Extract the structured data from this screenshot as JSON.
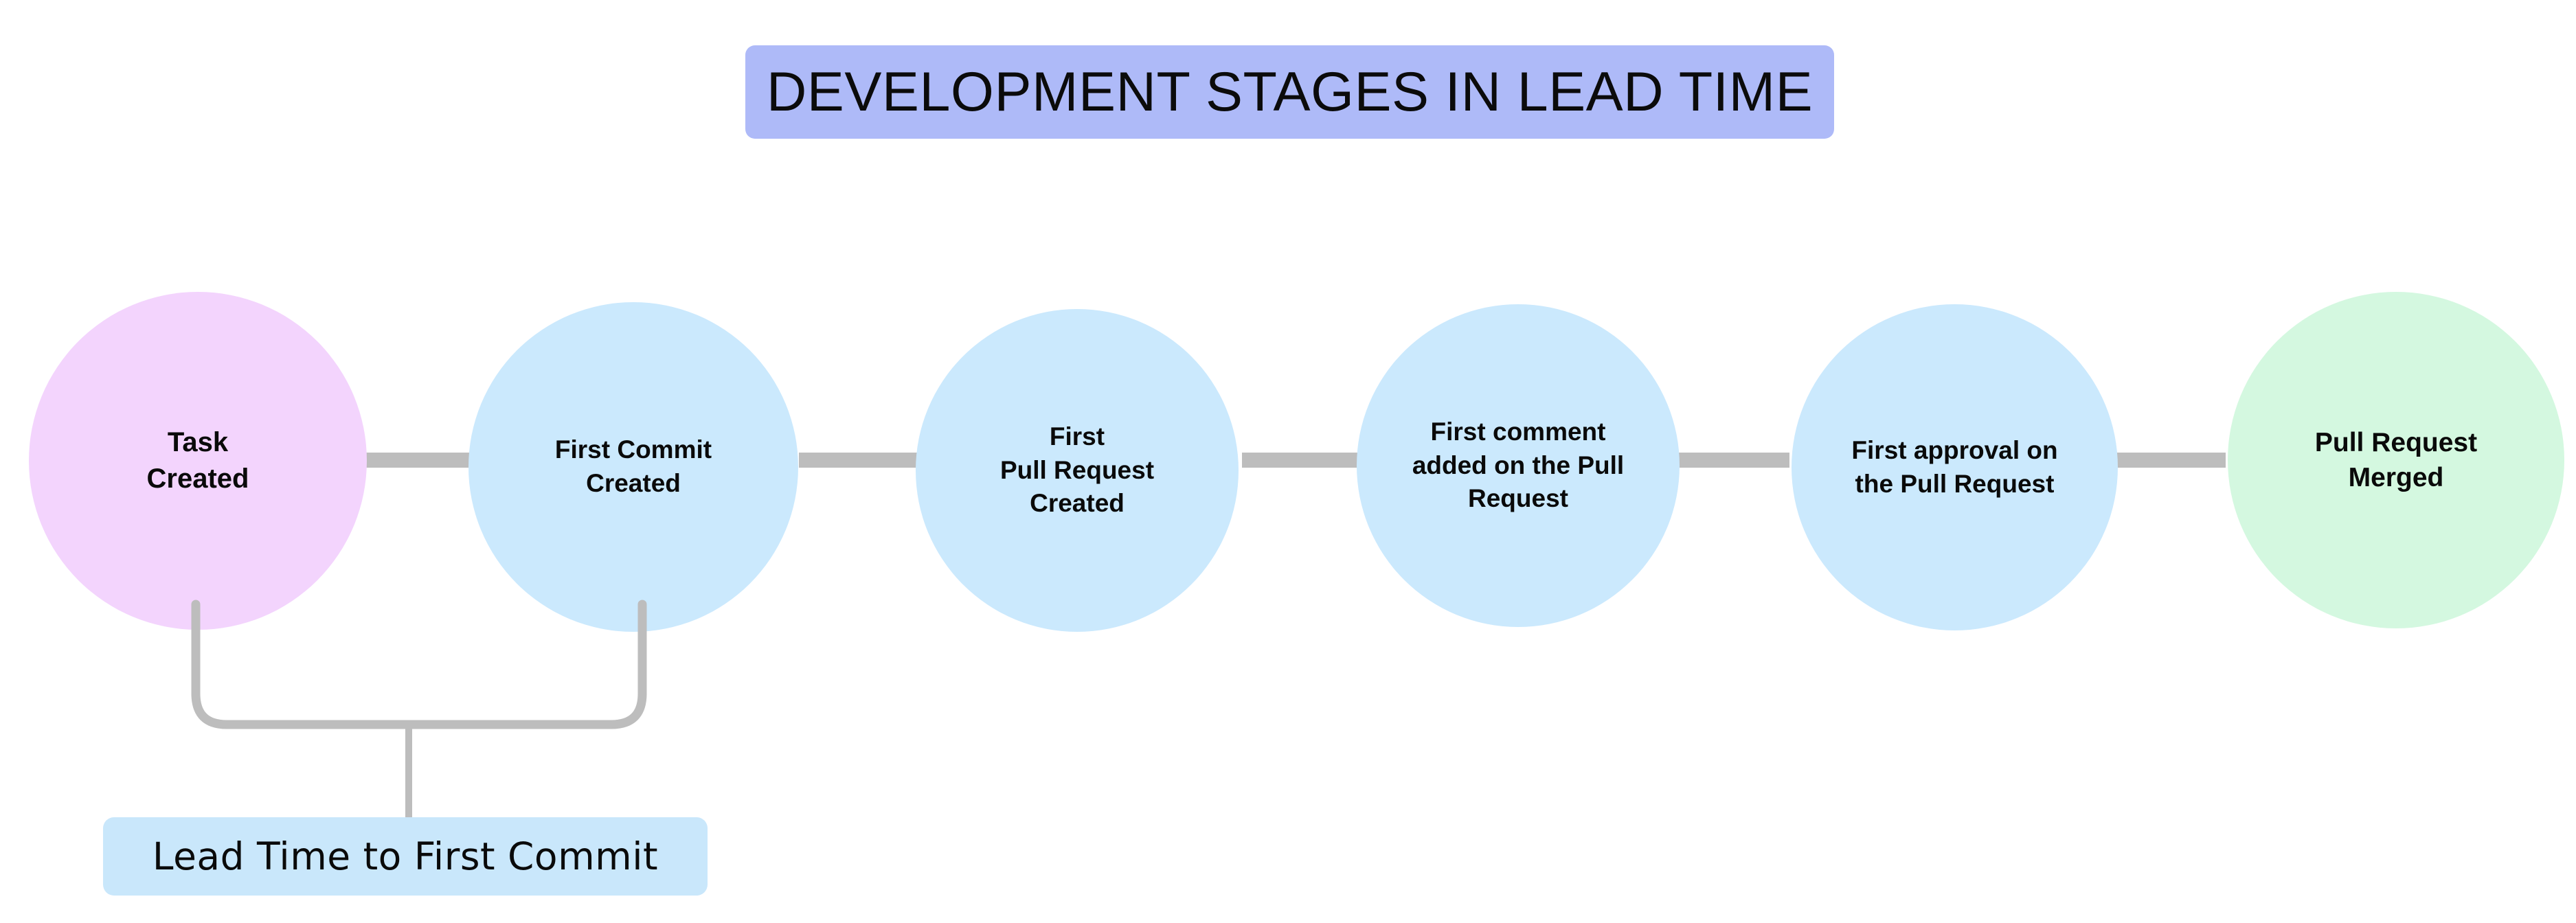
{
  "title": {
    "text": "DEVELOPMENT STAGES IN LEAD TIME",
    "background_color": "#aebaf8",
    "text_color": "#0b0b0b"
  },
  "colors": {
    "page_background": "#ffffff",
    "node_start": "#f3d4fd",
    "node_default": "#cbe9fd",
    "node_end": "#d4f8e0",
    "connector": "#bdbdbd",
    "callout_background": "#c9e7fb"
  },
  "nodes": [
    {
      "id": "task-created",
      "label": "Task\nCreated",
      "color": "#f3d4fd"
    },
    {
      "id": "first-commit",
      "label": "First Commit\nCreated",
      "color": "#cbe9fd"
    },
    {
      "id": "first-pull-request",
      "label": "First\nPull Request\nCreated",
      "color": "#cbe9fd"
    },
    {
      "id": "first-comment",
      "label": "First comment\nadded on the Pull\nRequest",
      "color": "#cbe9fd"
    },
    {
      "id": "first-approval",
      "label": "First approval on\nthe Pull Request",
      "color": "#cbe9fd"
    },
    {
      "id": "pull-request-merged",
      "label": "Pull Request\nMerged",
      "color": "#d4f8e0"
    }
  ],
  "callout": {
    "label": "Lead Time to First Commit",
    "spans_from": "Task Created",
    "spans_to": "First Commit Created"
  }
}
